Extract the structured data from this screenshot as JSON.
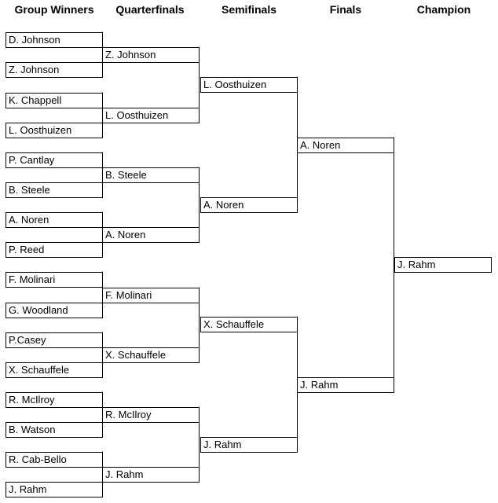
{
  "headers": {
    "group_winners": "Group Winners",
    "quarterfinals": "Quarterfinals",
    "semifinals": "Semifinals",
    "finals": "Finals",
    "champion": "Champion"
  },
  "group_winners": [
    "D. Johnson",
    "Z. Johnson",
    "K. Chappell",
    "L. Oosthuizen",
    "P. Cantlay",
    "B. Steele",
    "A. Noren",
    "P. Reed",
    "F. Molinari",
    "G. Woodland",
    "P.Casey",
    "X. Schauffele",
    "R. McIlroy",
    "B. Watson",
    "R. Cab-Bello",
    "J. Rahm"
  ],
  "quarterfinals": [
    "Z. Johnson",
    "L. Oosthuizen",
    "B. Steele",
    "A. Noren",
    "F. Molinari",
    "X. Schauffele",
    "R. McIlroy",
    "J. Rahm"
  ],
  "semifinals": [
    "L. Oosthuizen",
    "A. Noren",
    "X. Schauffele",
    "J. Rahm"
  ],
  "finals": [
    "A. Noren",
    "J. Rahm"
  ],
  "champion": "J. Rahm"
}
